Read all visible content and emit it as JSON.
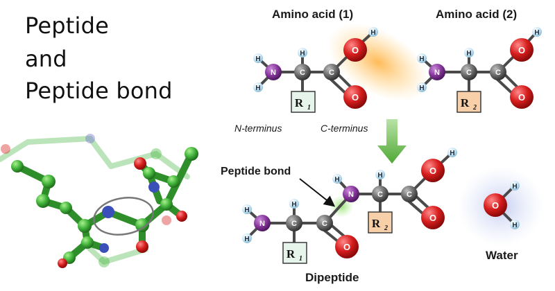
{
  "title": {
    "line1": "Peptide",
    "line2": "and",
    "line3": "Peptide bond"
  },
  "diagram": {
    "amino_acid_1_label": "Amino acid (1)",
    "amino_acid_2_label": "Amino acid (2)",
    "n_terminus_label": "N-terminus",
    "c_terminus_label": "C-terminus",
    "peptide_bond_label": "Peptide bond",
    "dipeptide_label": "Dipeptide",
    "water_label": "Water",
    "atoms": {
      "nitrogen": "N",
      "carbon": "C",
      "oxygen": "O",
      "hydrogen": "H"
    },
    "r_group_letter": "R",
    "r1_sub": "1",
    "r2_sub": "2"
  },
  "colors": {
    "nitrogen": "#7b2f8e",
    "oxygen": "#d81e1e",
    "carbon": "#6b6b6b",
    "hydrogen": "#c9e6f5",
    "r1_box": "#e6f4ec",
    "r2_box": "#f7cfa9",
    "arrow": "#5cb040",
    "stick_model": "#43b53c"
  }
}
